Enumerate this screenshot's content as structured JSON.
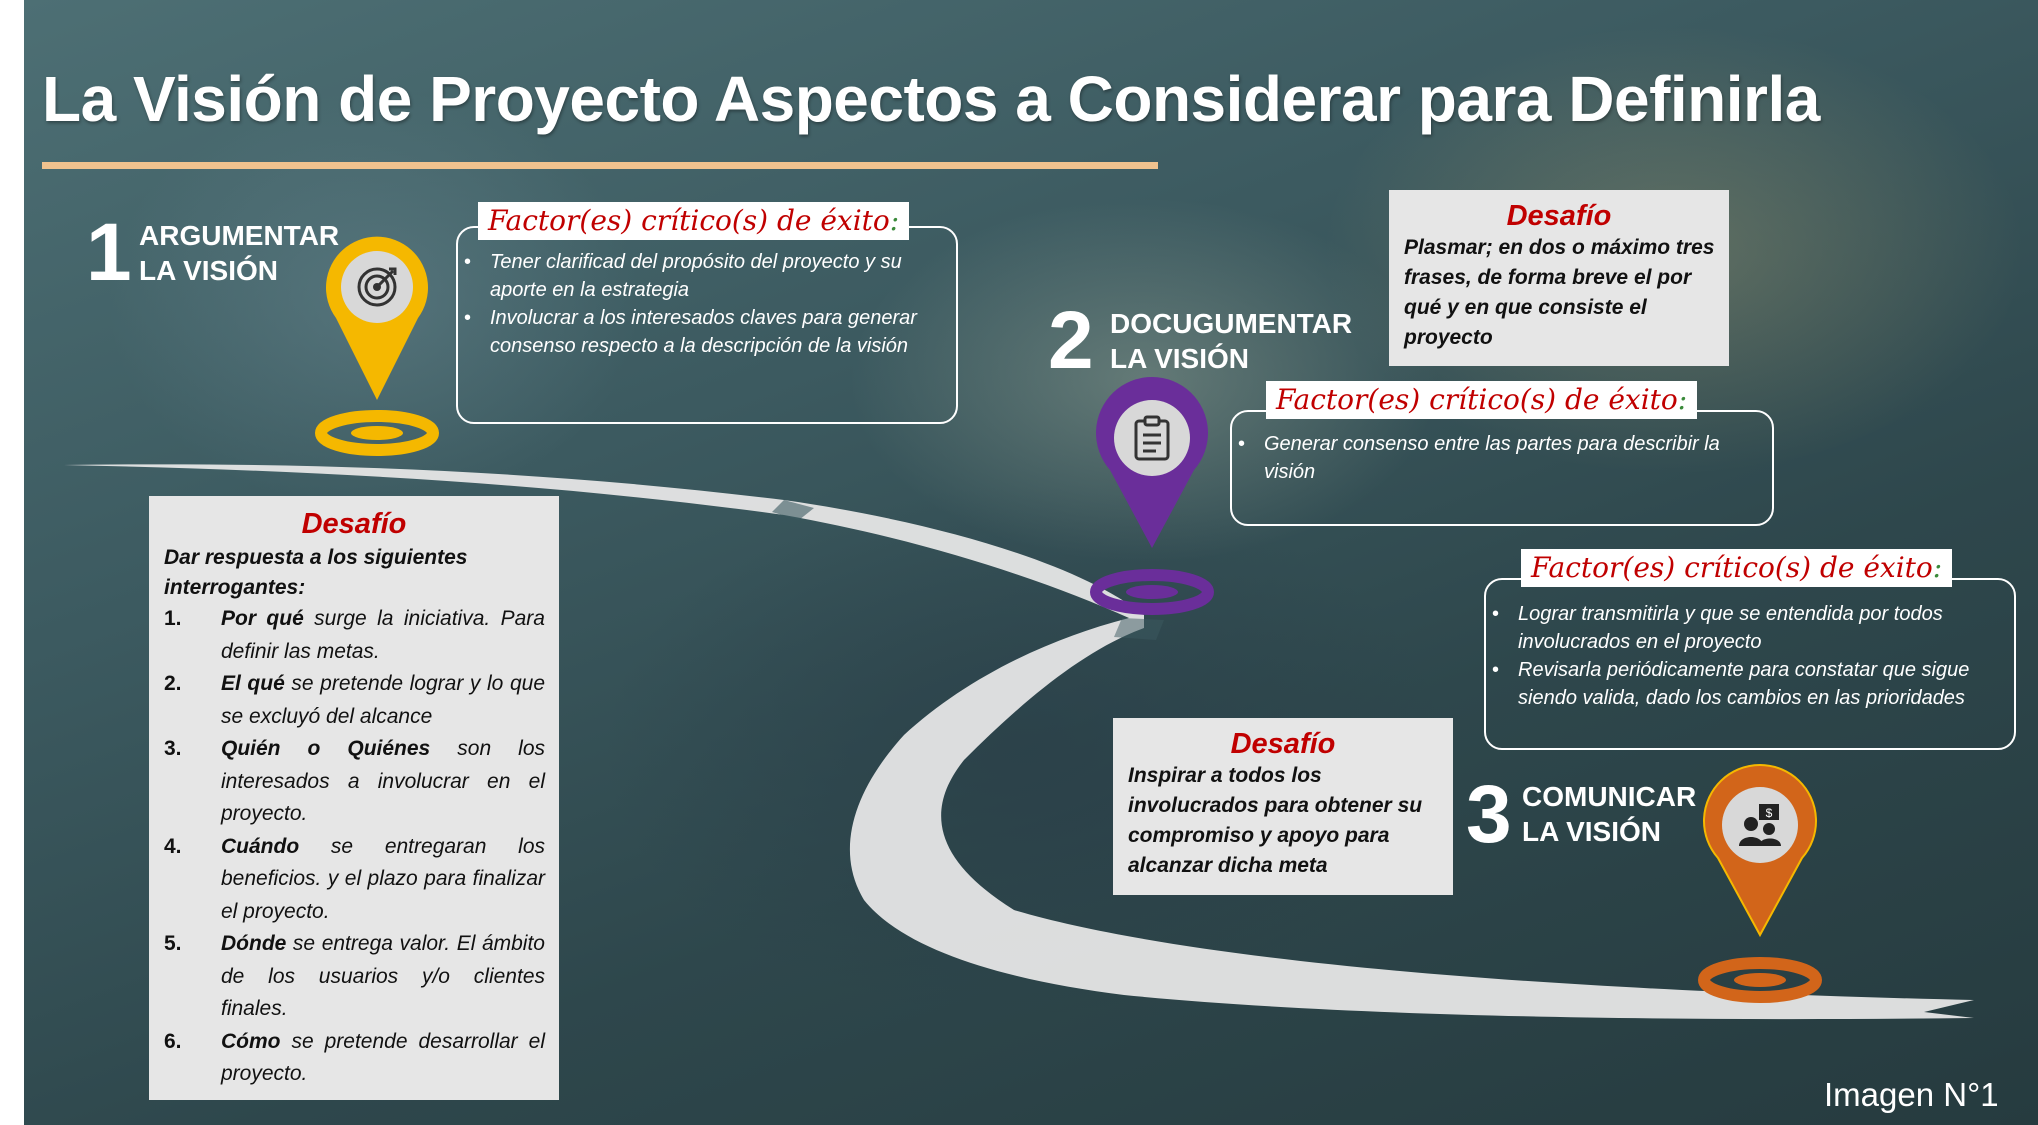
{
  "title": "La Visión de Proyecto Aspectos a Considerar para Definirla",
  "colors": {
    "accent_rule": "#f0c28e",
    "yellow_pin": "#f5b800",
    "purple_pin": "#6a2e9a",
    "orange_pin": "#d2651a",
    "red_heading": "#c00000",
    "road": "#e8e8e8"
  },
  "steps": [
    {
      "number": "1",
      "label_line1": "ARGUMENTAR",
      "label_line2": "LA VISIÓN",
      "icon": "target-icon",
      "factor_title": "Factor(es) crítico(s) de éxito",
      "factor_colon": ":",
      "factors": [
        "Tener clarificad del propósito del proyecto y su aporte en la estrategia",
        "Involucrar a los interesados claves para generar consenso respecto a la descripción de la visión"
      ],
      "desafio_title": "Desafío",
      "desafio_intro": "Dar respuesta a los siguientes interrogantes:",
      "questions": [
        {
          "n": "1.",
          "bold": "Por qué",
          "rest": " surge la iniciativa. Para definir las metas."
        },
        {
          "n": "2.",
          "bold": "El qué",
          "rest": "  se pretende lograr y lo que se excluyó del alcance"
        },
        {
          "n": "3.",
          "bold": "Quién o Quiénes",
          "rest": " son los interesados  a involucrar en el proyecto."
        },
        {
          "n": "4.",
          "bold": "Cuándo",
          "rest": " se entregaran los beneficios. y el plazo para finalizar el proyecto."
        },
        {
          "n": "5.",
          "bold": "Dónde",
          "rest": " se entrega valor. El ámbito de los usuarios y/o clientes finales."
        },
        {
          "n": "6.",
          "bold": "Cómo",
          "rest": " se pretende desarrollar el proyecto."
        }
      ]
    },
    {
      "number": "2",
      "label_line1": "DOCUGUMENTAR",
      "label_line2": "LA VISIÓN",
      "icon": "clipboard-icon",
      "factor_title": "Factor(es) crítico(s) de éxito",
      "factor_colon": ":",
      "factors": [
        "Generar consenso entre las partes para describir la visión"
      ],
      "desafio_title": "Desafío",
      "desafio_text": "Plasmar; en dos o máximo tres frases, de forma breve el por qué y en que consiste el proyecto"
    },
    {
      "number": "3",
      "label_line1": "COMUNICAR",
      "label_line2": "LA VISIÓN",
      "icon": "presenter-icon",
      "factor_title": "Factor(es) crítico(s) de éxito",
      "factor_colon": ":",
      "factors": [
        "Lograr  transmitirla y que se  entendida por todos involucrados en el proyecto",
        "Revisarla periódicamente para constatar que sigue siendo valida, dado los cambios en las prioridades"
      ],
      "desafio_title": "Desafío",
      "desafio_text": "Inspirar a todos los involucrados para obtener su compromiso y apoyo para alcanzar dicha meta"
    }
  ],
  "image_tag": "Imagen N°1"
}
